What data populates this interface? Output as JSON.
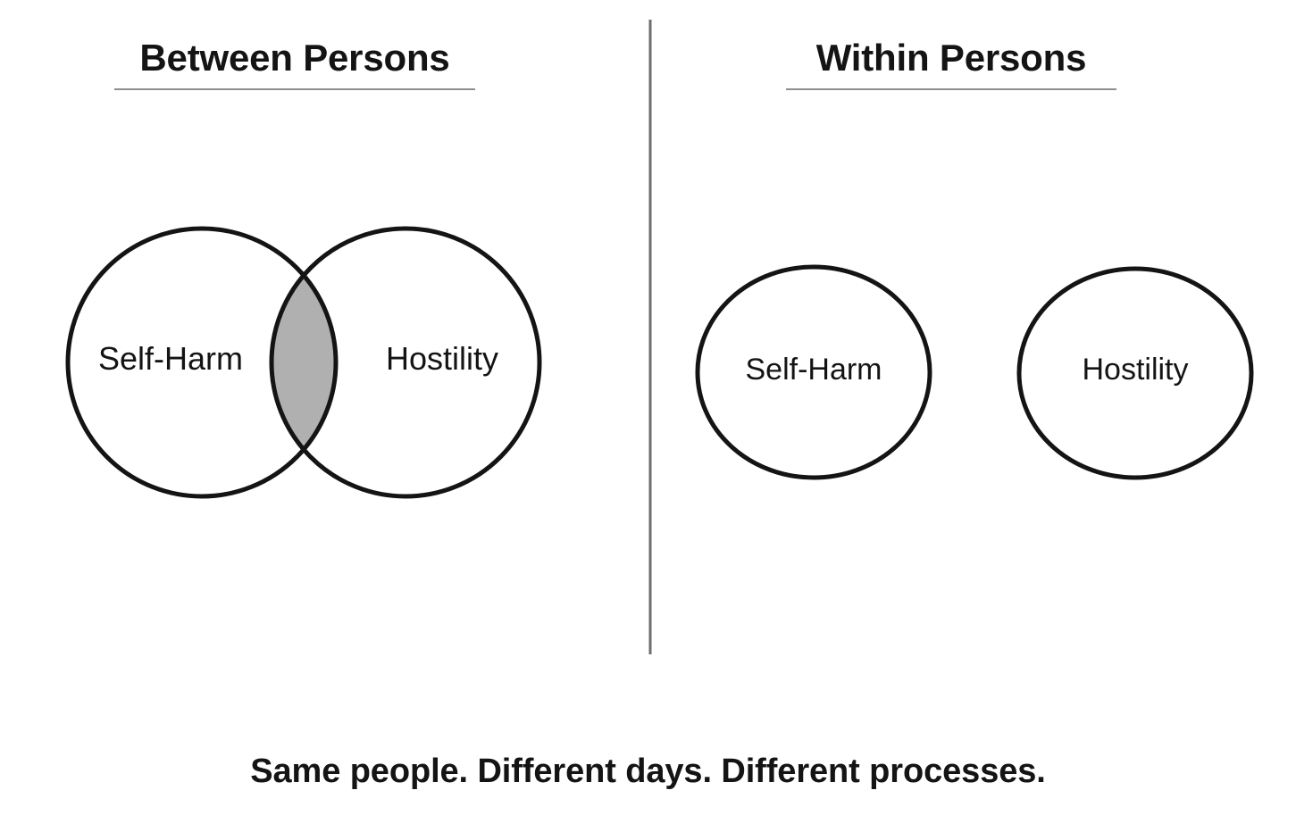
{
  "figure": {
    "background_color": "#ffffff",
    "stroke_color": "#141414",
    "intersection_fill": "#b0b0b0",
    "rule_color": "#8e8e8e",
    "divider_color": "#6f6f6f"
  },
  "panels": {
    "left": {
      "title": "Between Persons",
      "diagram_type": "overlapping-venn",
      "circles": [
        {
          "label": "Self-Harm"
        },
        {
          "label": "Hostility"
        }
      ],
      "intersection": {
        "shaded": true,
        "fill": "#b0b0b0",
        "label": ""
      }
    },
    "right": {
      "title": "Within Persons",
      "diagram_type": "separate-circles",
      "circles": [
        {
          "label": "Self-Harm"
        },
        {
          "label": "Hostility"
        }
      ],
      "intersection": {
        "shaded": false,
        "fill": "",
        "label": ""
      }
    }
  },
  "divider": {
    "orientation": "vertical",
    "name": "panel-divider"
  },
  "caption": "Same people. Different days. Different processes."
}
